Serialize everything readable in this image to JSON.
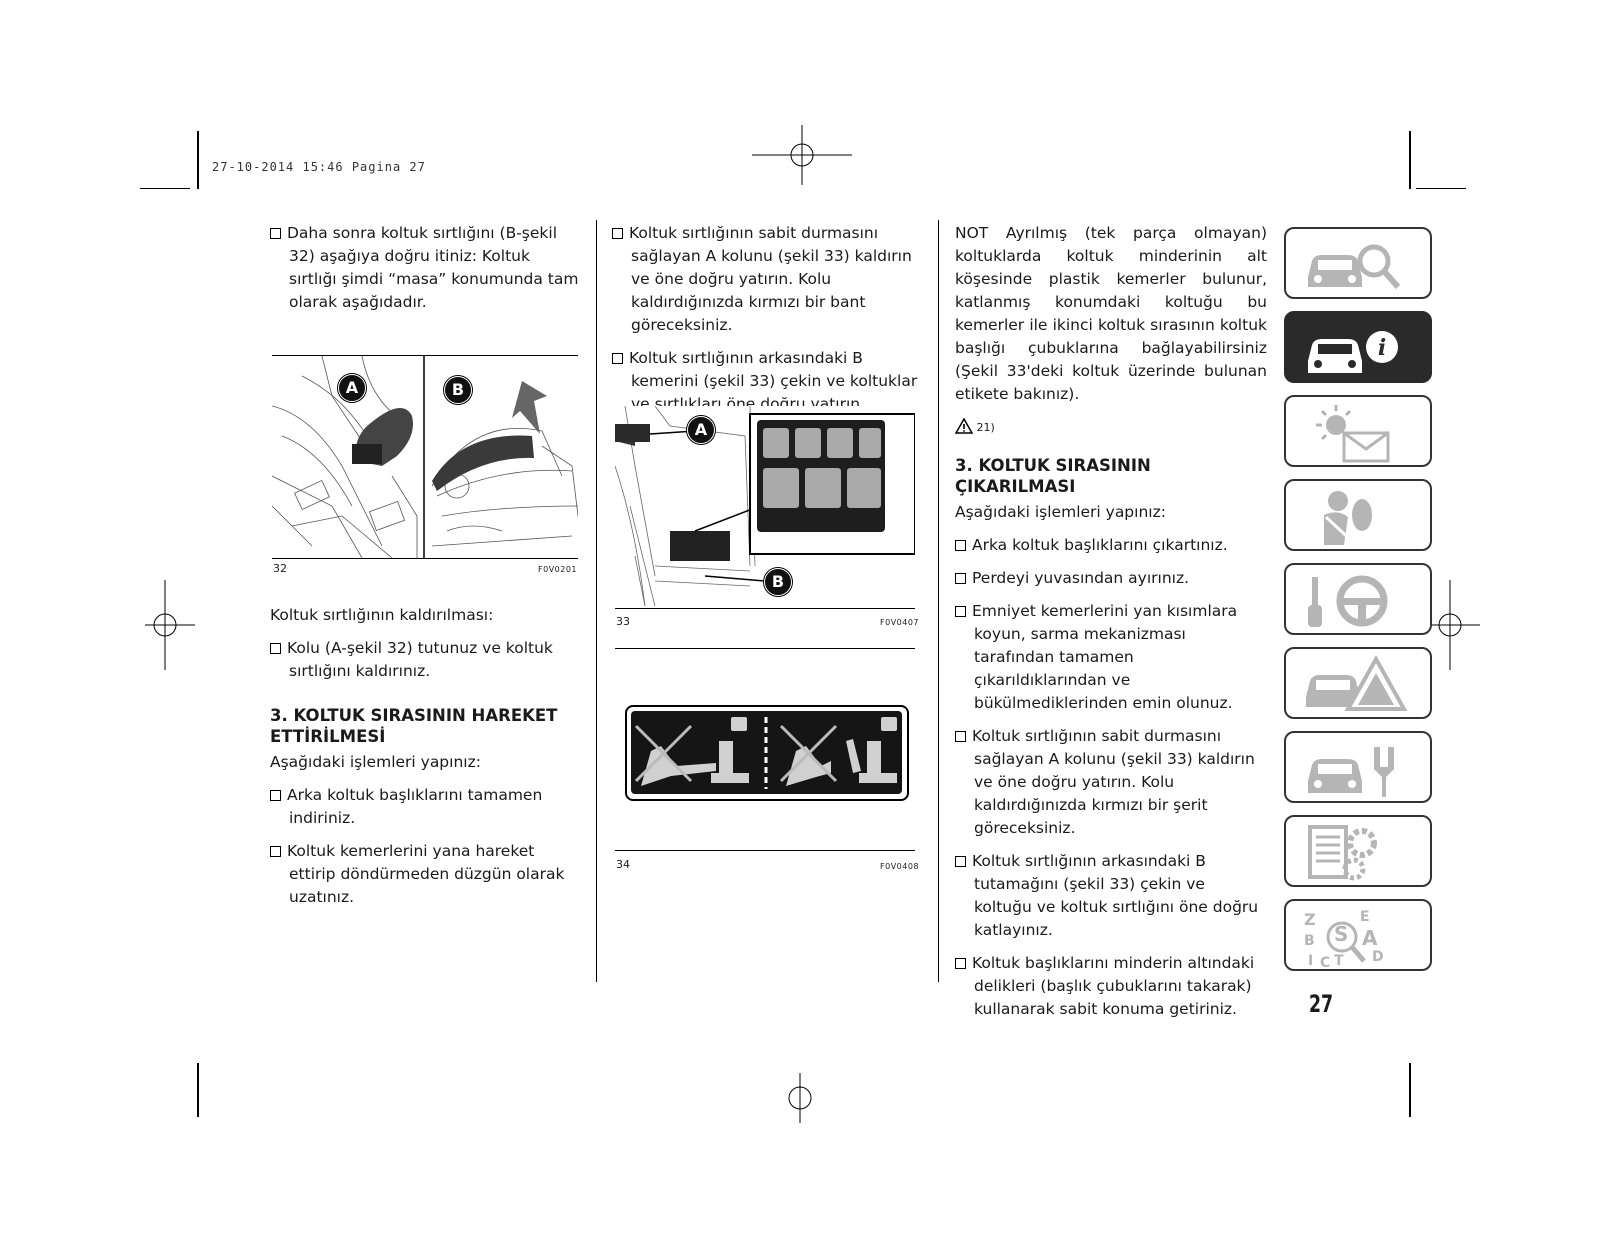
{
  "header": {
    "print_stamp": "27-10-2014 15:46 Pagina 27"
  },
  "column1": {
    "p1": "Daha sonra koltuk sırtlığını (B-şekil 32) aşağıya doğru itiniz: Koltuk sırtlığı şimdi “masa” konumunda tam olarak aşağıdadır.",
    "fig32": {
      "number": "32",
      "code": "F0V0201",
      "label_a": "A",
      "label_b": "B"
    },
    "caption": "Koltuk sırtlığının kaldırılması:",
    "p2": "Kolu (A-şekil 32) tutunuz ve koltuk sırtlığını kaldırınız.",
    "heading": "3. KOLTUK SIRASININ HAREKET ETTİRİLMESİ",
    "intro": "Aşağıdaki işlemleri yapınız:",
    "p3": "Arka koltuk başlıklarını tamamen indiriniz.",
    "p4": "Koltuk kemerlerini yana hareket ettirip döndürmeden düzgün olarak uzatınız."
  },
  "column2": {
    "p1": "Koltuk sırtlığının sabit durmasını sağlayan A kolunu (şekil 33) kaldırın ve öne doğru yatırın. Kolu kaldırdığınızda kırmızı bir bant göreceksiniz.",
    "p2": "Koltuk sırtlığının arkasındaki B kemerini (şekil 33) çekin ve koltuklar ve sırtlıkları öne doğru yatırın.",
    "fig33": {
      "number": "33",
      "code": "F0V0407",
      "label_a": "A",
      "label_b": "B"
    },
    "fig34": {
      "number": "34",
      "code": "F0V0408"
    }
  },
  "column3": {
    "note": "NOT Ayrılmış (tek parça olmayan) koltuklarda koltuk minderinin alt köşesinde plastik kemerler bulunur, katlanmış konumdaki koltuğu bu kemerler ile ikinci koltuk sırasının koltuk başlığı çubuklarına bağlayabilirsiniz (Şekil 33'deki koltuk üzerinde bulunan etikete bakınız).",
    "warning_ref": "21)",
    "heading": "3. KOLTUK SIRASININ ÇIKARILMASI",
    "intro": "Aşağıdaki işlemleri yapınız:",
    "items": [
      "Arka koltuk başlıklarını çıkartınız.",
      "Perdeyi yuvasından ayırınız.",
      "Emniyet kemerlerini yan kısımlara koyun, sarma mekanizması tarafından tamamen çıkarıldıklarından ve bükülmediklerinden emin olunuz.",
      "Koltuk sırtlığının sabit durmasını sağlayan A kolunu (şekil 33) kaldırın ve öne doğru yatırın. Kolu kaldırdığınızda kırmızı bir şerit göreceksiniz.",
      "Koltuk sırtlığının arkasındaki B tutamağını (şekil 33) çekin ve koltuğu ve koltuk sırtlığını öne doğru katlayınız.",
      "Koltuk başlıklarını minderin altındaki delikleri (başlık çubuklarını takarak) kullanarak sabit konuma getiriniz."
    ]
  },
  "sidebar": {
    "tabs": [
      {
        "icon": "car-magnifier-icon"
      },
      {
        "icon": "car-info-icon"
      },
      {
        "icon": "sun-envelope-icon"
      },
      {
        "icon": "airbag-person-icon"
      },
      {
        "icon": "key-steering-wheel-icon"
      },
      {
        "icon": "car-warning-triangle-icon"
      },
      {
        "icon": "car-wrench-icon"
      },
      {
        "icon": "document-gears-icon"
      },
      {
        "icon": "alphabet-index-icon"
      }
    ],
    "index_letters": [
      "Z",
      "E",
      "S",
      "B",
      "A",
      "I",
      "C",
      "T",
      "D"
    ]
  },
  "page_number": "27",
  "colors": {
    "ink": "#1a1a1a",
    "tab_icon_gray": "#b5b5b5",
    "active_tab": "#2a2a2a"
  }
}
